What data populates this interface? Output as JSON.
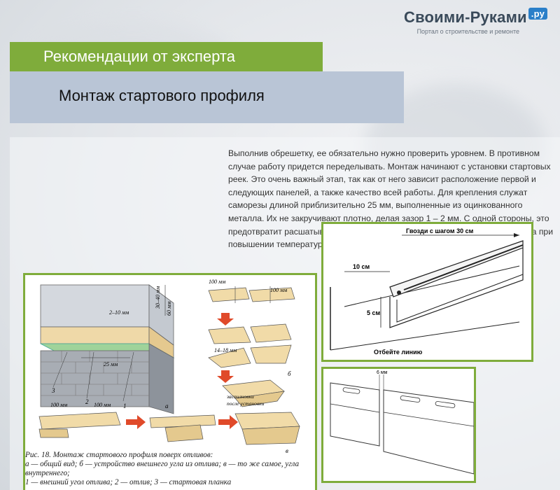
{
  "logo": {
    "name": "Своими-Руками",
    "tld": ".ру",
    "tagline": "Портал о строительстве и ремонте"
  },
  "header": {
    "expert": "Рекомендации от эксперта",
    "title": "Монтаж стартового профиля"
  },
  "body_text": "Выполнив обрешетку, ее обязательно нужно проверить уровнем. В противном случае работу придется переделывать. Монтаж начинают с установки стартовых реек. Это очень важный этап, так как от него зависит расположение первой и следующих панелей, а также качество всей работы. Для крепления служат саморезы длиной приблизительно 25 мм, выполненные из оцинкованного металла. Их не закручивают плотно, делая зазор 1 – 2 мм. С одной стороны, это предотвратит расшатывание панелей, а с другой – при расширении сайдинга при повышении температуры позволит избежать их деформации.",
  "figure_a": {
    "dims": {
      "top_100_left": "100 мм",
      "top_100_right": "100 мм",
      "d30_40": "30–40 мм",
      "d60": "60 мм",
      "d2_10": "2–10 мм",
      "d25": "25 мм",
      "d14_18": "14–18 мм",
      "bot_100_left": "100 мм",
      "bot_100_right": "100 мм"
    },
    "labels": {
      "n1": "1",
      "n2": "2",
      "n3": "3",
      "a": "а",
      "b": "б",
      "v": "в",
      "zasiln": "заспилновки",
      "posle": "после установки"
    },
    "caption_line1": "Рис. 18. Монтаж стартового профиля поверх отливов:",
    "caption_line2": "а — общий вид;  б — устройство внешнего угла из отлива;  в — то же самое, угла внутреннего;",
    "caption_line3": "1 — внешний угол отлива; 2 — отлив; 3 — стартовая планка"
  },
  "figure_b": {
    "nails": "Гвозди с шагом 30 см",
    "d10": "10 см",
    "d5": "5 см",
    "cut": "Отбейте линию"
  },
  "figure_c": {
    "gap": "6 мм"
  }
}
